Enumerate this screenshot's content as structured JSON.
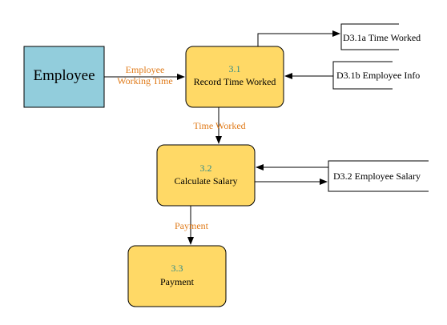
{
  "entity": {
    "name": "Employee"
  },
  "processes": [
    {
      "number": "3.1",
      "name": "Record Time Worked"
    },
    {
      "number": "3.2",
      "name": "Calculate Salary"
    },
    {
      "number": "3.3",
      "name": "Payment"
    }
  ],
  "data_stores": [
    {
      "label": "D3.1a Time Worked"
    },
    {
      "label": "D3.1b Employee Info"
    },
    {
      "label": "D3.2 Employee Salary"
    }
  ],
  "flows": [
    {
      "line1": "Employee",
      "line2": "Working Time"
    },
    {
      "label": "Time Worked"
    },
    {
      "label": "Payment"
    }
  ],
  "colors": {
    "entity_fill": "#92cddc",
    "process_fill": "#ffd966",
    "flow_text": "#e07b1a",
    "process_number": "#2e8b8b",
    "line": "#000000"
  }
}
